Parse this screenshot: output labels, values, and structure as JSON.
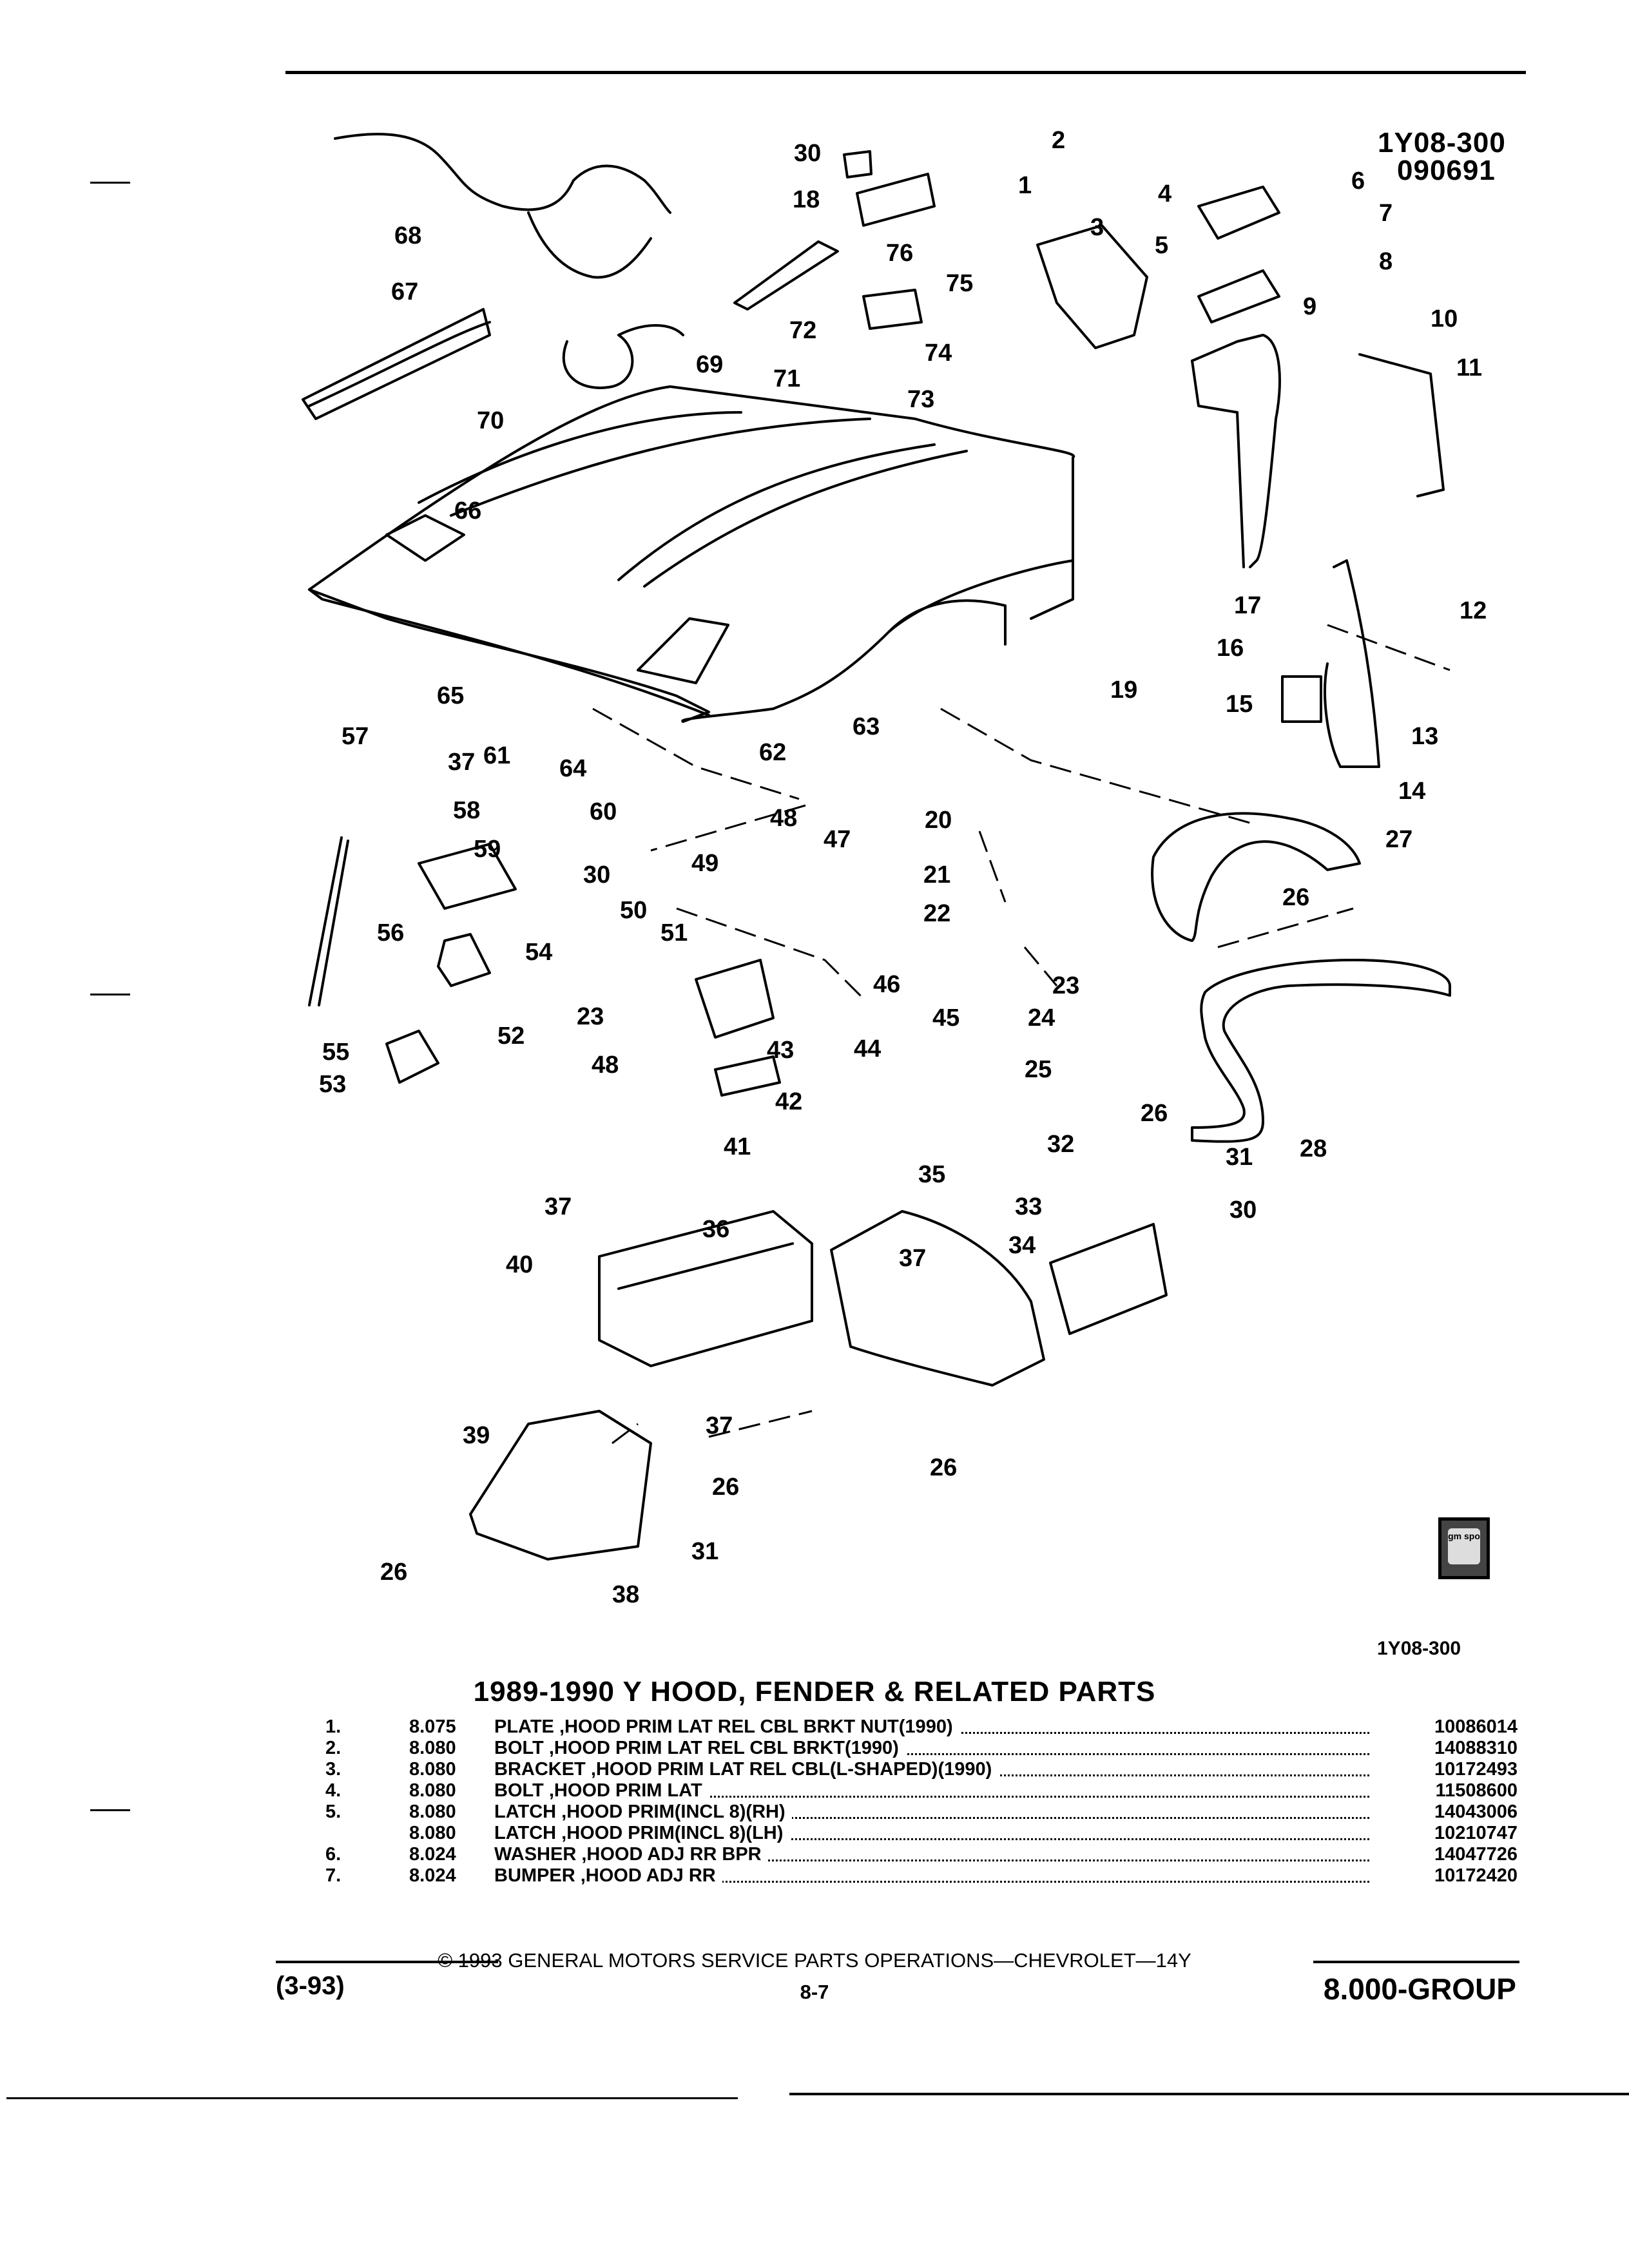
{
  "header": {
    "diagram_id": "1Y08-300",
    "diagram_date": "090691"
  },
  "diagram": {
    "caption_id": "1Y08-300",
    "callouts": [
      "1",
      "2",
      "3",
      "4",
      "5",
      "6",
      "7",
      "8",
      "9",
      "10",
      "11",
      "12",
      "13",
      "14",
      "15",
      "16",
      "17",
      "18",
      "19",
      "20",
      "21",
      "22",
      "23",
      "24",
      "25",
      "26",
      "27",
      "28",
      "30",
      "31",
      "32",
      "33",
      "34",
      "35",
      "36",
      "37",
      "38",
      "39",
      "40",
      "41",
      "42",
      "43",
      "44",
      "45",
      "46",
      "47",
      "48",
      "49",
      "50",
      "51",
      "52",
      "53",
      "54",
      "55",
      "56",
      "57",
      "58",
      "59",
      "60",
      "61",
      "62",
      "63",
      "64",
      "65",
      "66",
      "67",
      "68",
      "69",
      "70",
      "71",
      "72",
      "73",
      "74",
      "75",
      "76"
    ]
  },
  "section_title": "1989-1990 Y HOOD, FENDER & RELATED PARTS",
  "parts": [
    {
      "index": "1.",
      "code": "8.075",
      "description": "PLATE ,HOOD PRIM LAT REL CBL BRKT NUT(1990)",
      "part_number": "10086014"
    },
    {
      "index": "2.",
      "code": "8.080",
      "description": "BOLT ,HOOD PRIM LAT REL CBL BRKT(1990)",
      "part_number": "14088310"
    },
    {
      "index": "3.",
      "code": "8.080",
      "description": "BRACKET ,HOOD PRIM LAT REL CBL(L-SHAPED)(1990)",
      "part_number": "10172493"
    },
    {
      "index": "4.",
      "code": "8.080",
      "description": "BOLT ,HOOD PRIM LAT",
      "part_number": "11508600"
    },
    {
      "index": "5.",
      "code": "8.080",
      "description": "LATCH ,HOOD PRIM(INCL 8)(RH)",
      "part_number": "14043006"
    },
    {
      "index": "",
      "code": "8.080",
      "description": "LATCH ,HOOD PRIM(INCL 8)(LH)",
      "part_number": "10210747"
    },
    {
      "index": "6.",
      "code": "8.024",
      "description": "WASHER ,HOOD ADJ RR BPR",
      "part_number": "14047726"
    },
    {
      "index": "7.",
      "code": "8.024",
      "description": "BUMPER ,HOOD ADJ RR",
      "part_number": "10172420"
    }
  ],
  "footer": {
    "copyright": "© 1993 GENERAL MOTORS SERVICE PARTS OPERATIONS—CHEVROLET—14Y",
    "date_code": "(3-93)",
    "page": "8-7",
    "group": "8.000-GROUP"
  },
  "logo_text": "gm spo"
}
